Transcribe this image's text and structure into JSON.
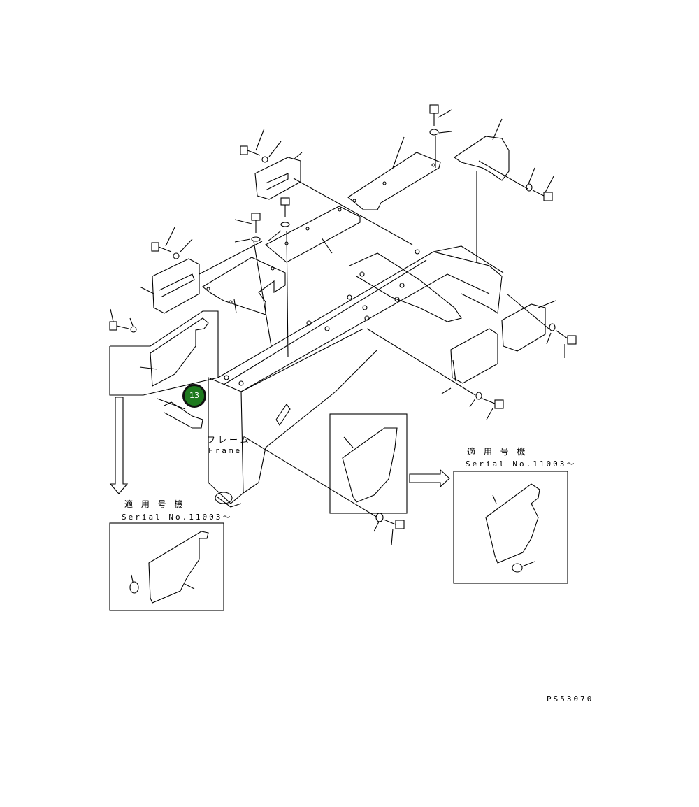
{
  "diagram": {
    "frame_label_jp": "フレーム",
    "frame_label_en": "Frame",
    "inset_left": {
      "label_jp": "適 用 号 機",
      "label_serial": "Serial No.11003～"
    },
    "inset_right": {
      "label_jp": "適 用 号 機",
      "label_serial": "Serial No.11003～"
    },
    "callout": {
      "number": "13"
    },
    "drawing_code": "PS53070"
  }
}
